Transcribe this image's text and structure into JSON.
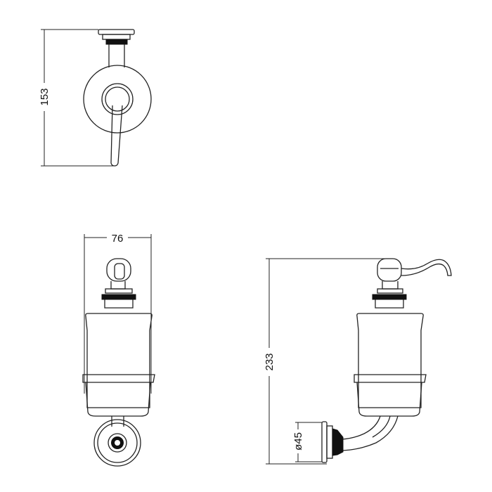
{
  "dimensions": {
    "top_view_height": "153",
    "front_view_width": "76",
    "side_view_height": "233",
    "side_view_diameter": "ø45"
  },
  "colors": {
    "line": "#222222",
    "band": "#111111",
    "background": "#ffffff"
  }
}
